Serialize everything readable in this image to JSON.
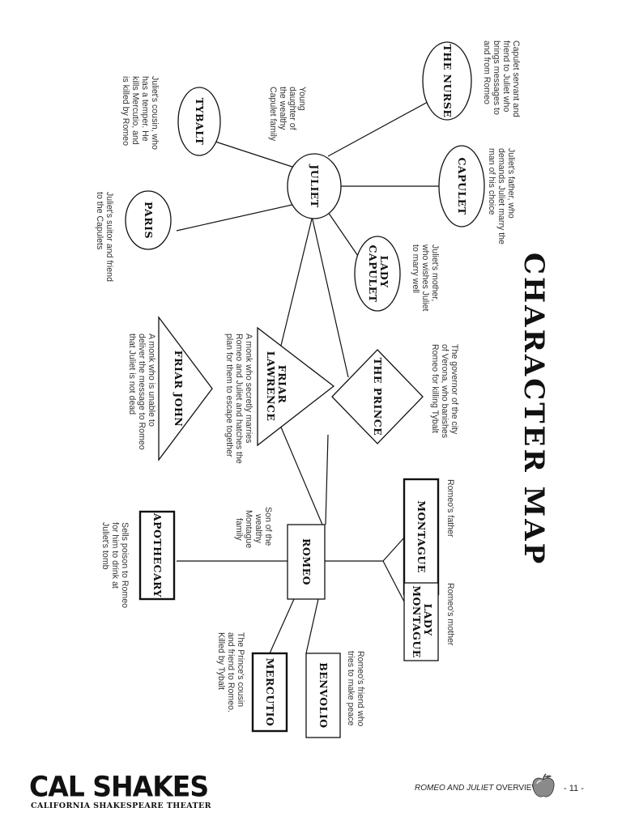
{
  "diagram": {
    "title": "CHARACTER MAP",
    "nodes": {
      "juliet": {
        "label": "JULIET",
        "description": [
          "Young",
          "daughter of",
          "the wealthy",
          "Capulet family"
        ]
      },
      "nurse": {
        "label": "THE NURSE",
        "description": [
          "Capulet servant and",
          "friend to Juliet who",
          "brings messages to",
          "and from Romeo"
        ]
      },
      "capulet": {
        "label": "CAPULET",
        "description": [
          "Juliet's father, who",
          "demands Juliet marry the",
          "man of his choice"
        ]
      },
      "lady_capulet": {
        "label_lines": [
          "LADY",
          "CAPULET"
        ],
        "description": [
          "Juliet's mother,",
          "who wishes Juliet",
          "to marry well"
        ]
      },
      "tybalt": {
        "label": "TYBALT",
        "description": [
          "Juliet's cousin, who",
          "has a temper. He",
          "kills Mercutio, and",
          "is killed by Romeo"
        ]
      },
      "paris": {
        "label": "PARIS",
        "description": [
          "Juliet's suitor and friend",
          "to the Capulets"
        ]
      },
      "prince": {
        "label": "THE PRINCE",
        "description": [
          "The governor of the city",
          "of Verona, who banishes",
          "Romeo for killing Tybalt"
        ]
      },
      "friar_lawrence": {
        "label_lines": [
          "FRIAR",
          "LAWRENCE"
        ],
        "description": [
          "A monk who secretly marries",
          "Romeo and Juliet and hatches the",
          "plan for them to escape together"
        ]
      },
      "friar_john": {
        "label": "FRIAR JOHN",
        "description": [
          "A monk who is unable to",
          "deliver the message to Romeo",
          "that Juliet is not dead"
        ]
      },
      "romeo": {
        "label": "ROMEO",
        "description": [
          "Son of the",
          "wealthy",
          "Montague",
          "family"
        ]
      },
      "montague": {
        "label": "MONTAGUE",
        "description": [
          "Romeo's father"
        ]
      },
      "lady_montague": {
        "label_lines": [
          "LADY",
          "MONTAGUE"
        ],
        "description": [
          "Romeo's mother"
        ]
      },
      "apothecary": {
        "label": "APOTHECARY",
        "description": [
          "Sells poison to Romeo",
          "for him to drink at",
          "Juliet's tomb"
        ]
      },
      "benvolio": {
        "label": "BENVOLIO",
        "description": [
          "Romeo's friend who",
          "tries to make peace"
        ]
      },
      "mercutio": {
        "label": "MERCUTIO",
        "description": [
          "The Prince's cousin",
          "and friend to Romeo.",
          "Killed by Tybalt"
        ]
      }
    }
  },
  "footer": {
    "logo": "CAL SHAKES",
    "logo_subtitle": "CALIFORNIA SHAKESPEARE THEATER",
    "doc_title_italic": "ROMEO AND JULIET",
    "doc_title_rest": " OVERVIEW",
    "page_number": "- 11 -",
    "apple_icon": "apple-icon"
  }
}
